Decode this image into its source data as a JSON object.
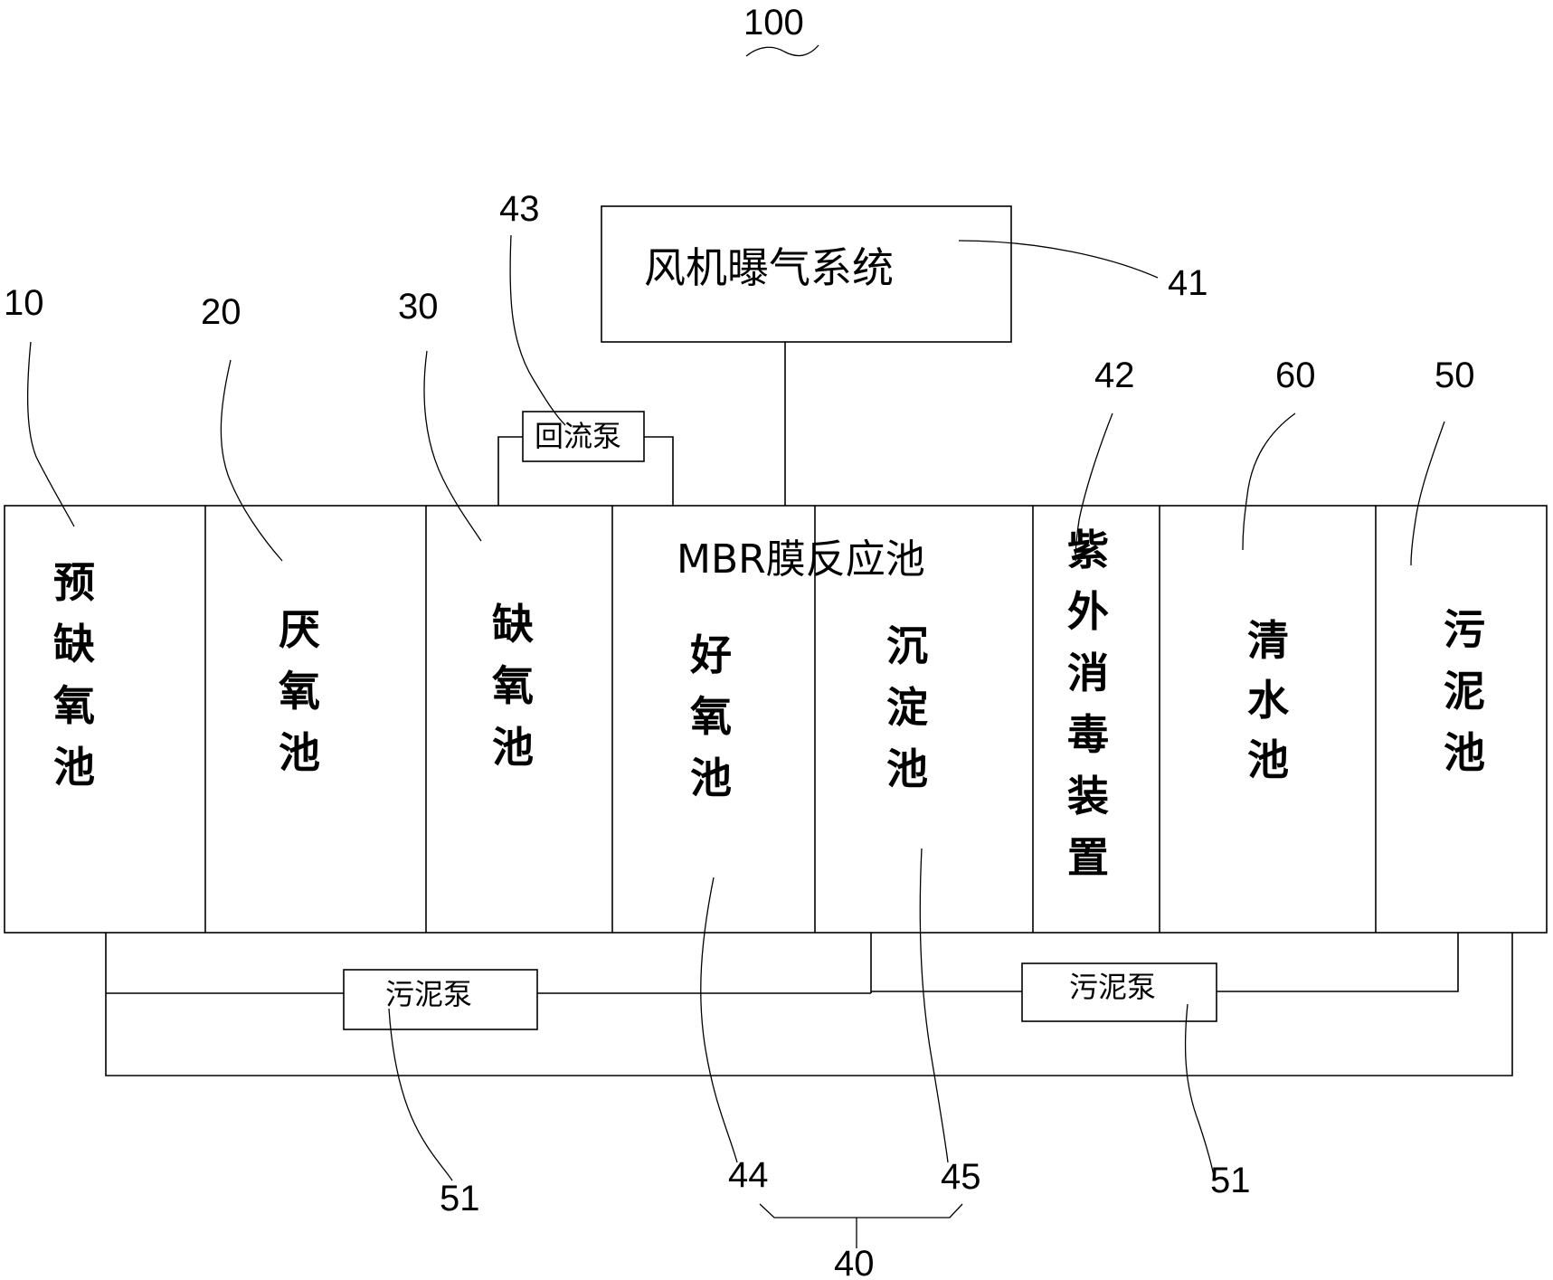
{
  "figure": {
    "number": "100",
    "blower_system": {
      "ref": "41",
      "label": "风机曝气系统"
    },
    "return_pump": {
      "ref": "43",
      "label": "回流泵"
    },
    "mbr_reactor": {
      "ref": "40",
      "label": "MBR膜反应池"
    },
    "tanks": [
      {
        "ref": "10",
        "label": "预缺氧池"
      },
      {
        "ref": "20",
        "label": "厌氧池"
      },
      {
        "ref": "30",
        "label": "缺氧池"
      },
      {
        "ref": "44",
        "label": "好氧池"
      },
      {
        "ref": "45",
        "label": "沉淀池"
      },
      {
        "ref": "42",
        "label": "紫外消毒装置"
      },
      {
        "ref": "60",
        "label": "清水池"
      },
      {
        "ref": "50",
        "label": "污泥池"
      }
    ],
    "sludge_pumps": [
      {
        "ref": "51",
        "label": "污泥泵"
      },
      {
        "ref": "51",
        "label": "污泥泵"
      }
    ]
  }
}
